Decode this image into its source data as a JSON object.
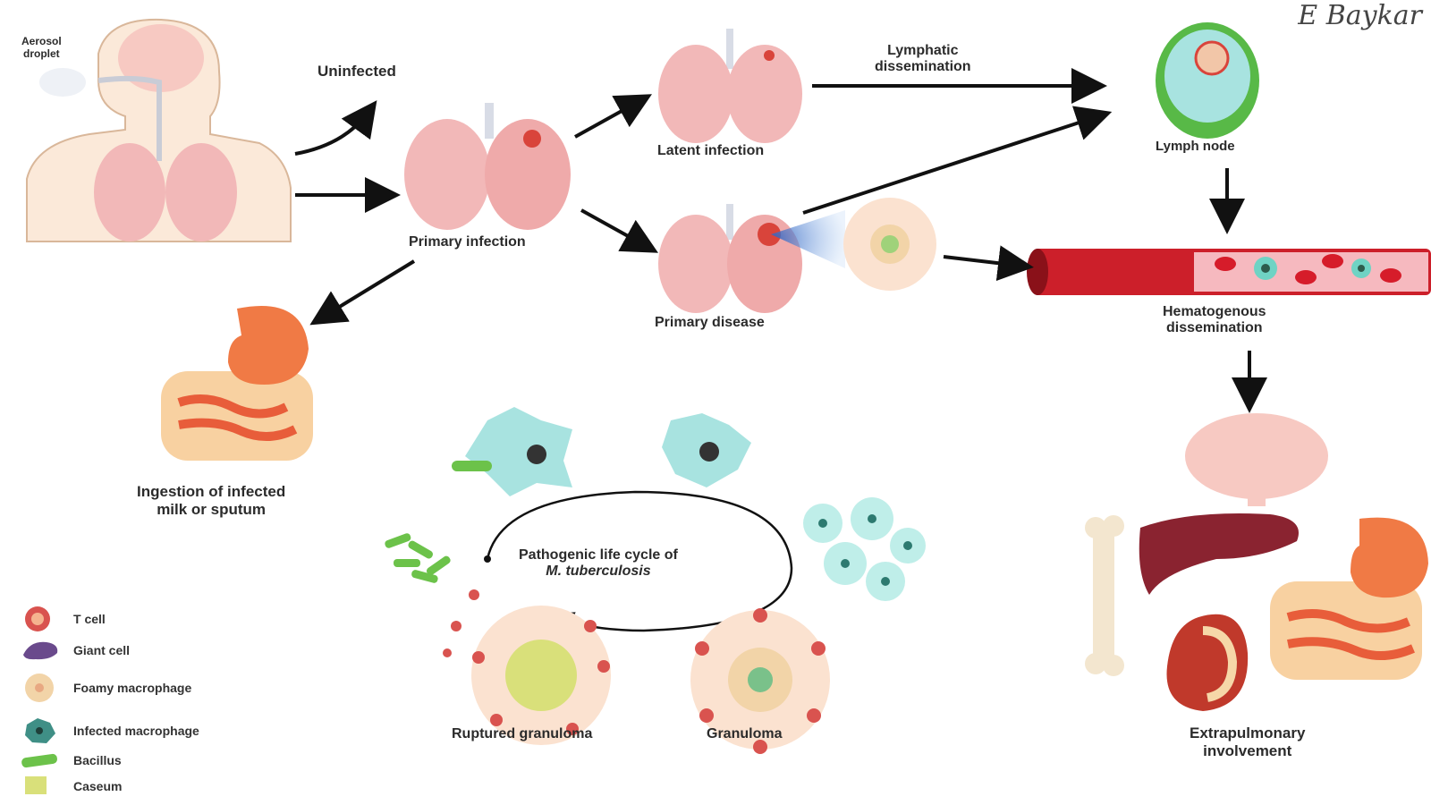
{
  "signature": "E Baykar",
  "labels": {
    "aerosol": [
      "Aerosol",
      "droplet"
    ],
    "uninfected": "Uninfected",
    "primary_infection": "Primary infection",
    "latent_infection": "Latent infection",
    "lymphatic": [
      "Lymphatic",
      "dissemination"
    ],
    "lymph_node": "Lymph node",
    "primary_disease": "Primary disease",
    "hematogenous": [
      "Hematogenous",
      "dissemination"
    ],
    "ingestion": [
      "Ingestion of infected",
      "milk or sputum"
    ],
    "cycle": [
      "Pathogenic life cycle of",
      "M. tuberculosis"
    ],
    "ruptured_granuloma": "Ruptured granuloma",
    "granuloma": "Granuloma",
    "extrapulmonary": [
      "Extrapulmonary",
      "involvement"
    ]
  },
  "legend": [
    {
      "icon": "t-cell-icon",
      "label": "T cell",
      "color": "#d9534f"
    },
    {
      "icon": "giant-cell-icon",
      "label": "Giant cell",
      "color": "#6a4a8c"
    },
    {
      "icon": "foamy-macrophage-icon",
      "label": "Foamy macrophage",
      "color": "#f2d4a8"
    },
    {
      "icon": "infected-macrophage-icon",
      "label": "Infected macrophage",
      "color": "#3f8f86"
    },
    {
      "icon": "bacillus-icon",
      "label": "Bacillus",
      "color": "#6cc24a"
    },
    {
      "icon": "caseum-icon",
      "label": "Caseum",
      "color": "#d9e07a"
    }
  ],
  "colors": {
    "lung": "#f2b8b8",
    "lung_dark": "#e08c8c",
    "lesion": "#d9443b",
    "vessel": "#cc1f2a",
    "lymph": "#58b947",
    "macrophage": "#a8e3e0",
    "stomach": "#f07a45",
    "intestine": "#f6c68a",
    "liver": "#8a2330",
    "brain": "#f7c9c2",
    "bone": "#f3e6cf",
    "kidney": "#c0392b",
    "arrow": "#111111"
  }
}
